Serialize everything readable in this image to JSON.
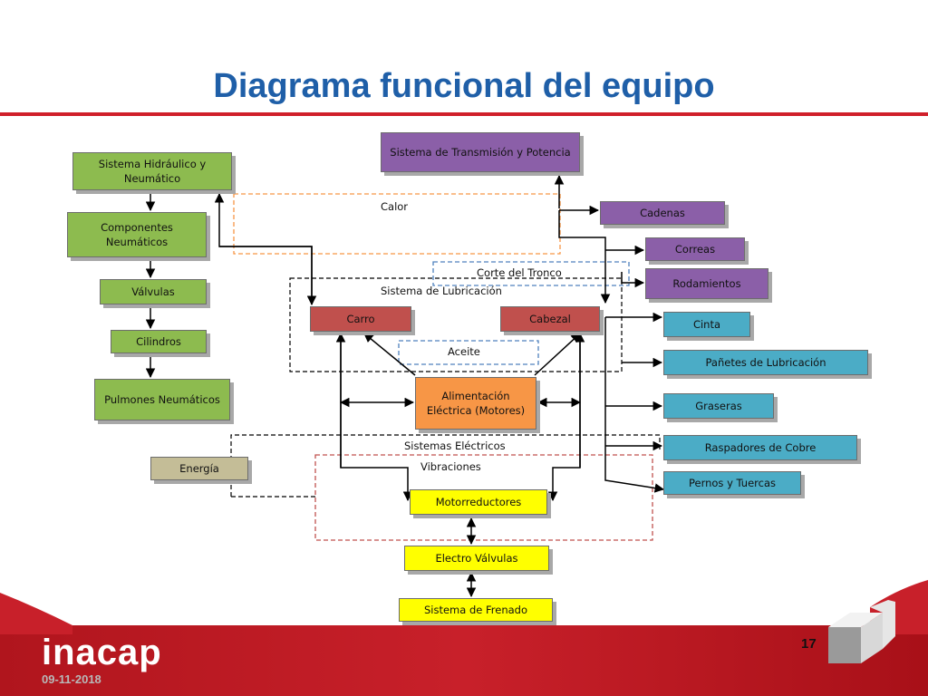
{
  "slide": {
    "title": "Diagrama funcional del equipo",
    "date": "09-11-2018",
    "page_number": "17",
    "logo_text": "inacap"
  },
  "nodes": {
    "hidraulico": "Sistema Hidráulico y Neumático",
    "componentes": "Componentes Neumáticos",
    "valvulas": "Válvulas",
    "cilindros": "Cilindros",
    "pulmones": "Pulmones Neumáticos",
    "transmision": "Sistema de Transmisión y Potencia",
    "cadenas": "Cadenas",
    "correas": "Correas",
    "rodamientos": "Rodamientos",
    "carro": "Carro",
    "cabezal": "Cabezal",
    "alimentacion": "Alimentación Eléctrica (Motores)",
    "cinta": "Cinta",
    "panetes": "Pañetes de Lubricación",
    "graseras": "Graseras",
    "raspadores": "Raspadores de Cobre",
    "pernos": "Pernos y Tuercas",
    "energia": "Energía",
    "motorreductores": "Motorreductores",
    "electrovalvulas": "Electro Válvulas",
    "frenado": "Sistema de Frenado"
  },
  "labels": {
    "calor": "Calor",
    "corte": "Corte del Tronco",
    "lubricacion": "Sistema de Lubricación",
    "aceite": "Aceite",
    "electricos": "Sistemas Eléctricos",
    "vibraciones": "Vibraciones"
  },
  "colors": {
    "title": "#1f5fa8",
    "rule": "#d0202a",
    "green": "#8dbb4f",
    "purple": "#8b5fa8",
    "red": "#c0504d",
    "orange": "#f79646",
    "teal": "#4bacc6",
    "yellow": "#ffff00",
    "khaki": "#c4bd97"
  }
}
